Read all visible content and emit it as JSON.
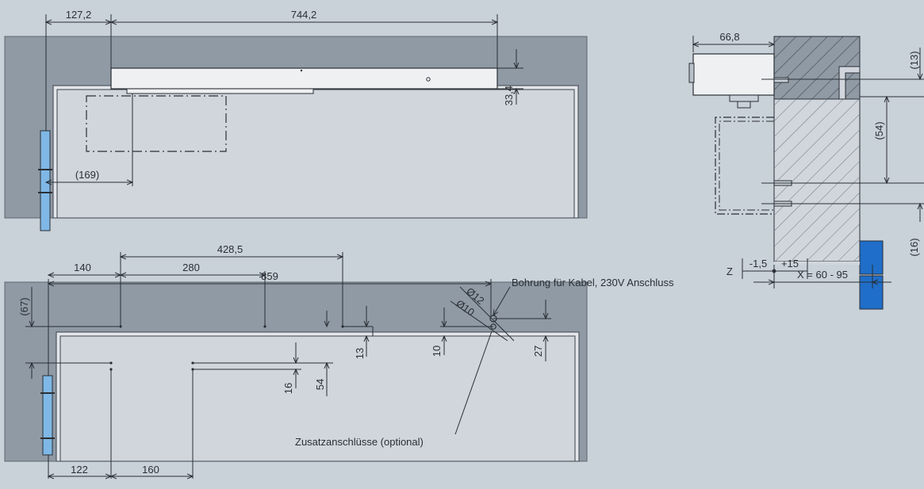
{
  "colors": {
    "background": "#c9d1d9",
    "frame": "#8f9aa5",
    "door": "#d0d6dc",
    "hinge": "#7fb8e6",
    "block": "#1f6ec9",
    "line": "#2a2f35"
  },
  "top_view": {
    "dim_127_2": "127,2",
    "dim_744_2": "744,2",
    "dim_33_4": "33,4",
    "dim_169": "(169)"
  },
  "bottom_view": {
    "dim_859": "859",
    "dim_428_5": "428,5",
    "dim_140": "140",
    "dim_280": "280",
    "dim_67": "(67)",
    "dim_13": "13",
    "dim_10": "10",
    "dim_27": "27",
    "dim_16": "16",
    "dim_54": "54",
    "dim_122": "122",
    "dim_160": "160",
    "dim_d12": "Ø12",
    "dim_d10": "Ø10",
    "note_cable": "Bohrung für Kabel, 230V Anschluss",
    "note_extra": "Zusatzanschlüsse (optional)"
  },
  "side_view": {
    "dim_66_8": "66,8",
    "dim_13": "(13)",
    "dim_54": "(54)",
    "dim_16": "(16)",
    "z_label": "Z",
    "dim_minus_1_5": "-1,5",
    "dim_plus_15": "+15",
    "dim_x": "X = 60 - 95"
  }
}
